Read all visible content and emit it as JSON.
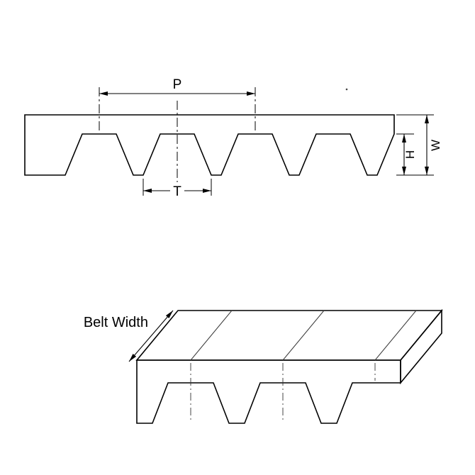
{
  "diagram": {
    "labels": {
      "pitch": "P",
      "tooth_width": "T",
      "tooth_height": "H",
      "belt_thickness": "W",
      "belt_width": "Belt Width"
    },
    "colors": {
      "belt_fill": "#e9e9e9",
      "belt_outline": "#000000",
      "top_surface": "#000000",
      "background": "#ffffff"
    }
  }
}
